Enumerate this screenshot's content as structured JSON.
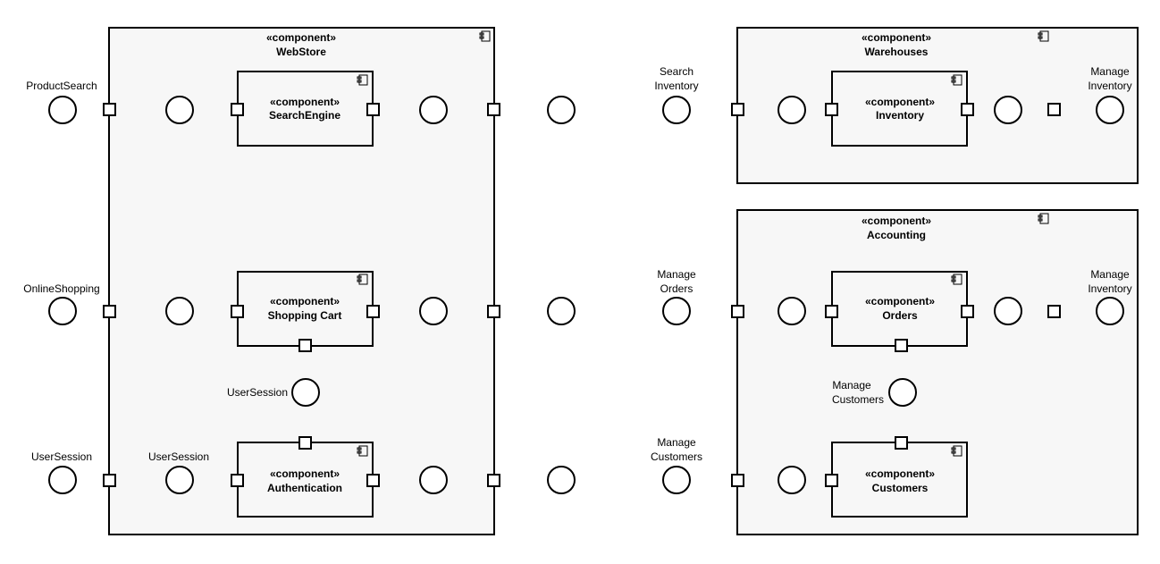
{
  "stereotype": "«component»",
  "icon": "component-icon",
  "colors": {
    "stroke": "#000000",
    "component_fill": "#f7f7f7",
    "port_fill": "#ffffff"
  },
  "components": {
    "webstore": "WebStore",
    "search_engine": "SearchEngine",
    "shopping_cart": "Shopping Cart",
    "authentication": "Authentication",
    "warehouses": "Warehouses",
    "inventory": "Inventory",
    "accounting": "Accounting",
    "orders": "Orders",
    "customers": "Customers"
  },
  "interfaces": {
    "product_search": "ProductSearch",
    "online_shopping": "OnlineShopping",
    "user_session_outer": "UserSession",
    "user_session_auth": "UserSession",
    "user_session_cart": "UserSession",
    "search_inventory": [
      "Search",
      "Inventory"
    ],
    "manage_inventory_warehouses": [
      "Manage",
      "Inventory"
    ],
    "manage_orders": [
      "Manage",
      "Orders"
    ],
    "manage_inventory_accounting": [
      "Manage",
      "Inventory"
    ],
    "manage_customers_inner": [
      "Manage",
      "Customers"
    ],
    "manage_customers_outer": [
      "Manage",
      "Customers"
    ]
  }
}
